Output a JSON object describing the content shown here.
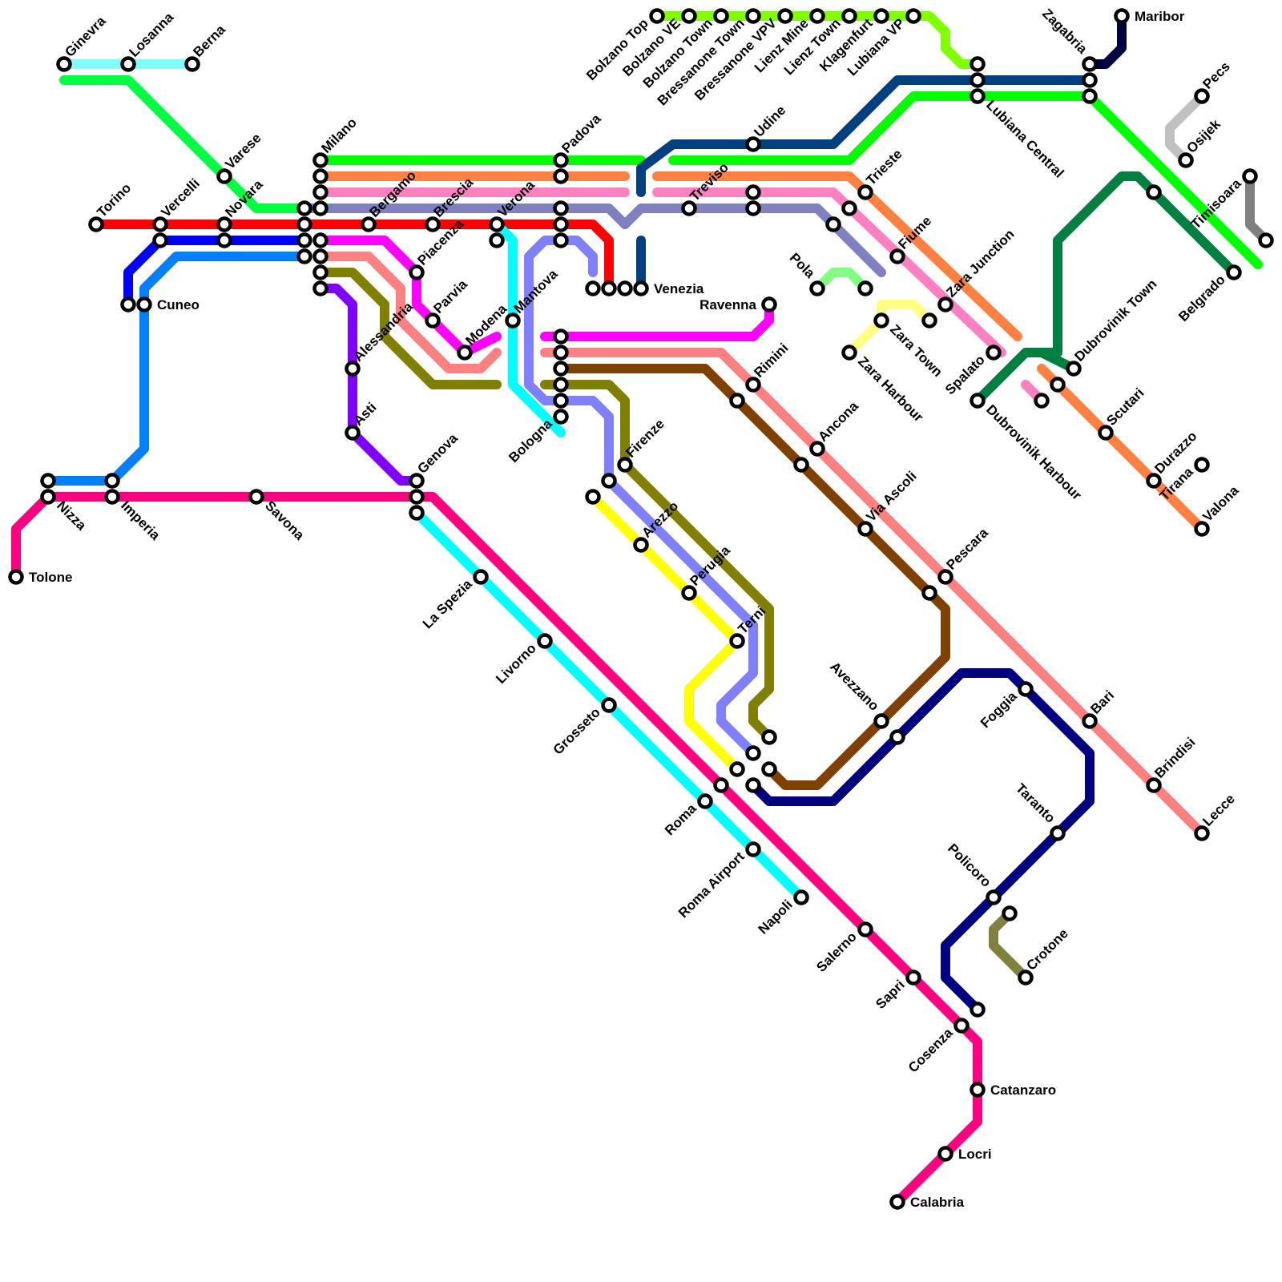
{
  "map": {
    "colors": {
      "red": "#ff0000",
      "green": "#00ff00",
      "orange": "#ff8040",
      "pink": "#ff80c0",
      "grey_violet": "#8080c0",
      "navy_blue": "#004080",
      "magenta": "#ff00ff",
      "salmon": "#ff8080",
      "olive": "#808000",
      "brown": "#804000",
      "periwinkle": "#8080ff",
      "cyan": "#00ffff",
      "crimson": "#ff0080",
      "dark_navy": "#000080",
      "yellow": "#ffff00",
      "purple": "#8000ff",
      "blue": "#0000ff",
      "azure": "#0080ff",
      "spring_green": "#00ff40",
      "light_cyan": "#80ffff",
      "lime": "#80ff00",
      "dark_green": "#008040",
      "light_grey": "#c0c0c0",
      "grey": "#808080",
      "pale_yellow": "#ffff80",
      "light_green": "#80ff80",
      "olive_drab": "#808040",
      "midnight": "#000040"
    },
    "stations": [
      {
        "id": "ginevra",
        "name": "Ginevra"
      },
      {
        "id": "losanna",
        "name": "Losanna"
      },
      {
        "id": "berna",
        "name": "Berna"
      },
      {
        "id": "varese",
        "name": "Varese"
      },
      {
        "id": "novara",
        "name": "Novara"
      },
      {
        "id": "torino",
        "name": "Torino"
      },
      {
        "id": "vercelli",
        "name": "Vercelli"
      },
      {
        "id": "milano",
        "name": "Milano"
      },
      {
        "id": "bergamo",
        "name": "Bergamo"
      },
      {
        "id": "brescia",
        "name": "Brescia"
      },
      {
        "id": "verona",
        "name": "Verona"
      },
      {
        "id": "padova",
        "name": "Padova"
      },
      {
        "id": "venezia",
        "name": "Venezia"
      },
      {
        "id": "treviso",
        "name": "Treviso"
      },
      {
        "id": "udine",
        "name": "Udine"
      },
      {
        "id": "trieste",
        "name": "Trieste"
      },
      {
        "id": "fiume",
        "name": "Fiume"
      },
      {
        "id": "pola",
        "name": "Pola"
      },
      {
        "id": "cuneo",
        "name": "Cuneo"
      },
      {
        "id": "piacenza",
        "name": "Piacenza"
      },
      {
        "id": "parvia",
        "name": "Parvia"
      },
      {
        "id": "modena",
        "name": "Modena"
      },
      {
        "id": "mantova",
        "name": "Mantova"
      },
      {
        "id": "alessandria",
        "name": "Alessandria"
      },
      {
        "id": "asti",
        "name": "Asti"
      },
      {
        "id": "genova",
        "name": "Genova"
      },
      {
        "id": "nizza",
        "name": "Nizza"
      },
      {
        "id": "imperia",
        "name": "Imperia"
      },
      {
        "id": "savona",
        "name": "Savona"
      },
      {
        "id": "tolone",
        "name": "Tolone"
      },
      {
        "id": "bologna",
        "name": "Bologna"
      },
      {
        "id": "ravenna",
        "name": "Ravenna"
      },
      {
        "id": "rimini",
        "name": "Rimini"
      },
      {
        "id": "ancona",
        "name": "Ancona"
      },
      {
        "id": "via_ascoli",
        "name": "Via Ascoli"
      },
      {
        "id": "pescara",
        "name": "Pescara"
      },
      {
        "id": "firenze",
        "name": "Firenze"
      },
      {
        "id": "arezzo",
        "name": "Arezzo"
      },
      {
        "id": "perugia",
        "name": "Perugia"
      },
      {
        "id": "terni",
        "name": "Terni"
      },
      {
        "id": "roma",
        "name": "Roma"
      },
      {
        "id": "roma_airport",
        "name": "Roma Airport"
      },
      {
        "id": "la_spezia",
        "name": "La Spezia"
      },
      {
        "id": "livorno",
        "name": "Livorno"
      },
      {
        "id": "grosseto",
        "name": "Grosseto"
      },
      {
        "id": "napoli",
        "name": "Napoli"
      },
      {
        "id": "salerno",
        "name": "Salerno"
      },
      {
        "id": "sapri",
        "name": "Sapri"
      },
      {
        "id": "cosenza",
        "name": "Cosenza"
      },
      {
        "id": "catanzaro",
        "name": "Catanzaro"
      },
      {
        "id": "locri",
        "name": "Locri"
      },
      {
        "id": "calabria",
        "name": "Calabria"
      },
      {
        "id": "avezzano",
        "name": "Avezzano"
      },
      {
        "id": "foggia",
        "name": "Foggia"
      },
      {
        "id": "bari",
        "name": "Bari"
      },
      {
        "id": "brindisi",
        "name": "Brindisi"
      },
      {
        "id": "lecce",
        "name": "Lecce"
      },
      {
        "id": "taranto",
        "name": "Taranto"
      },
      {
        "id": "policoro",
        "name": "Policoro"
      },
      {
        "id": "crotone",
        "name": "Crotone"
      },
      {
        "id": "bolzano_top",
        "name": "Bolzano Top"
      },
      {
        "id": "bolzano_ve",
        "name": "Bolzano VE"
      },
      {
        "id": "bolzano_town",
        "name": "Bolzano Town"
      },
      {
        "id": "bressanone_town",
        "name": "Bressanone Town"
      },
      {
        "id": "bressanone_vpv",
        "name": "Bressanone VPV"
      },
      {
        "id": "lienz_mine",
        "name": "Lienz Mine"
      },
      {
        "id": "lienz_town",
        "name": "Lienz Town"
      },
      {
        "id": "klagenfurt",
        "name": "Klagenfurt"
      },
      {
        "id": "lubiana_vp",
        "name": "Lubiana VP"
      },
      {
        "id": "lubiana_central",
        "name": "Lubiana Central"
      },
      {
        "id": "zagabria",
        "name": "Zagabria"
      },
      {
        "id": "maribor",
        "name": "Maribor"
      },
      {
        "id": "pecs",
        "name": "Pecs"
      },
      {
        "id": "osijek",
        "name": "Osijek"
      },
      {
        "id": "timisoara",
        "name": "Timisoara"
      },
      {
        "id": "belgrado",
        "name": "Belgrado"
      },
      {
        "id": "zara_junction",
        "name": "Zara Junction"
      },
      {
        "id": "zara_town",
        "name": "Zara Town"
      },
      {
        "id": "zara_harbour",
        "name": "Zara Harbour"
      },
      {
        "id": "spalato",
        "name": "Spalato"
      },
      {
        "id": "dubrovinik_town",
        "name": "Dubrovinik Town"
      },
      {
        "id": "dubrovinik_harbour",
        "name": "Dubrovinik Harbour"
      },
      {
        "id": "scutari",
        "name": "Scutari"
      },
      {
        "id": "durazzo",
        "name": "Durazzo"
      },
      {
        "id": "tirana",
        "name": "Tirana"
      },
      {
        "id": "valona",
        "name": "Valona"
      }
    ]
  }
}
